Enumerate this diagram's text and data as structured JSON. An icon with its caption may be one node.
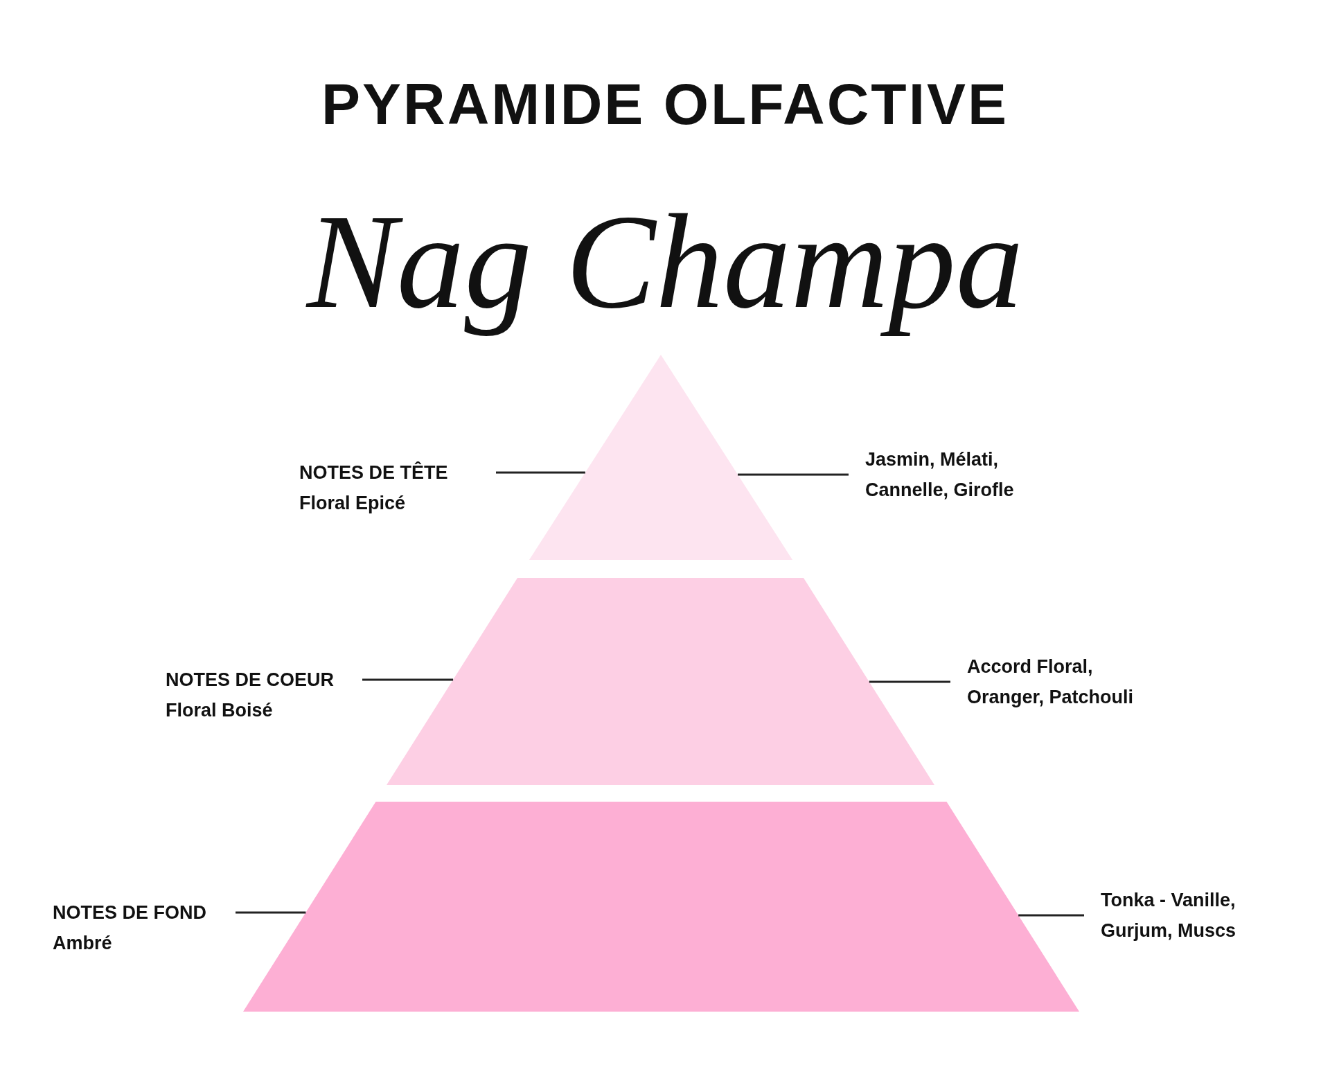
{
  "diagram": {
    "title": "PYRAMIDE OLFACTIVE",
    "nodes": [
      {
        "text": [
          "NOTES DE TÊTE",
          "Floral Epicé"
        ]
      },
      {
        "text": [],
        "shape": "triangle"
      },
      {
        "text": [
          "Jasmin, Mélati, Cannelle, Girofle"
        ]
      },
      {
        "text": [
          "NOTES DE COEUR",
          "Floral Boisé"
        ]
      },
      {
        "text": [],
        "shape": "trapezoid"
      },
      {
        "text": [
          "Accord Floral, Oranger, Patchouli"
        ]
      },
      {
        "text": [
          "NOTES DE FOND",
          "Ambré"
        ]
      },
      {
        "text": [],
        "shape": "trapezoid"
      },
      {
        "text": [
          "Tonka - Vanille, Gurjum, Muscs"
        ]
      }
    ],
    "edges": [
      {
        "from": 0,
        "to": 1,
        "arrow": "none"
      },
      {
        "from": 2,
        "to": 1,
        "arrow": "none"
      },
      {
        "from": 3,
        "to": 4,
        "arrow": "none"
      },
      {
        "from": 5,
        "to": 4,
        "arrow": "none"
      },
      {
        "from": 6,
        "to": 7,
        "arrow": "none"
      },
      {
        "from": 8,
        "to": 7,
        "arrow": "none"
      }
    ],
    "labels": [
      "Nag Champa"
    ]
  }
}
